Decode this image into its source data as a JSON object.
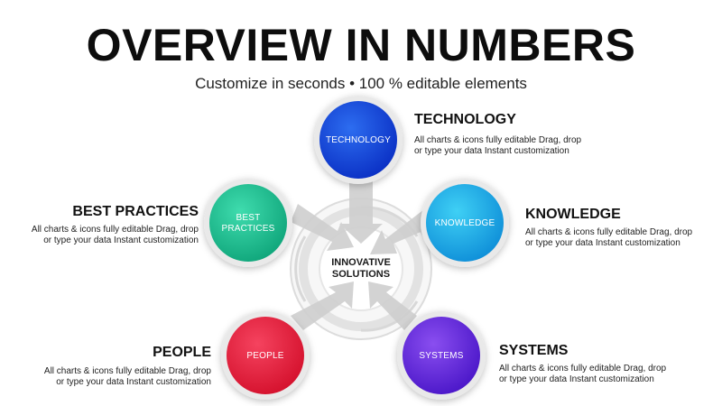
{
  "title": "OVERVIEW IN NUMBERS",
  "subtitle": "Customize in seconds • 100 % editable elements",
  "center": {
    "line1": "INNOVATIVE",
    "line2": "SOLUTIONS"
  },
  "nodes": {
    "technology": {
      "circle_label": "TECHNOLOGY",
      "heading": "TECHNOLOGY",
      "desc_line1": "All charts & icons fully editable Drag, drop",
      "desc_line2": "or type your data Instant customization",
      "color_light": "#2d6df0",
      "color_dark": "#0a2fc4"
    },
    "knowledge": {
      "circle_label": "KNOWLEDGE",
      "heading": "KNOWLEDGE",
      "desc_line1": "All charts & icons fully editable Drag, drop",
      "desc_line2": "or type your data Instant customization",
      "color_light": "#3fd0f5",
      "color_dark": "#0e8ed8"
    },
    "systems": {
      "circle_label": "SYSTEMS",
      "heading": "SYSTEMS",
      "desc_line1": "All charts & icons fully editable Drag, drop",
      "desc_line2": "or type your data Instant customization",
      "color_light": "#8a4ef0",
      "color_dark": "#4a16c8"
    },
    "people": {
      "circle_label": "PEOPLE",
      "heading": "PEOPLE",
      "desc_line1": "All charts & icons fully editable Drag, drop",
      "desc_line2": "or type your data Instant customization",
      "color_light": "#f5435f",
      "color_dark": "#d4102c"
    },
    "best_practices": {
      "circle_label_1": "BEST",
      "circle_label_2": "PRACTICES",
      "heading": "BEST PRACTICES",
      "desc_line1": "All charts & icons fully editable Drag, drop",
      "desc_line2": "or type your data Instant customization",
      "color_light": "#3fdcae",
      "color_dark": "#0fa57a"
    }
  }
}
